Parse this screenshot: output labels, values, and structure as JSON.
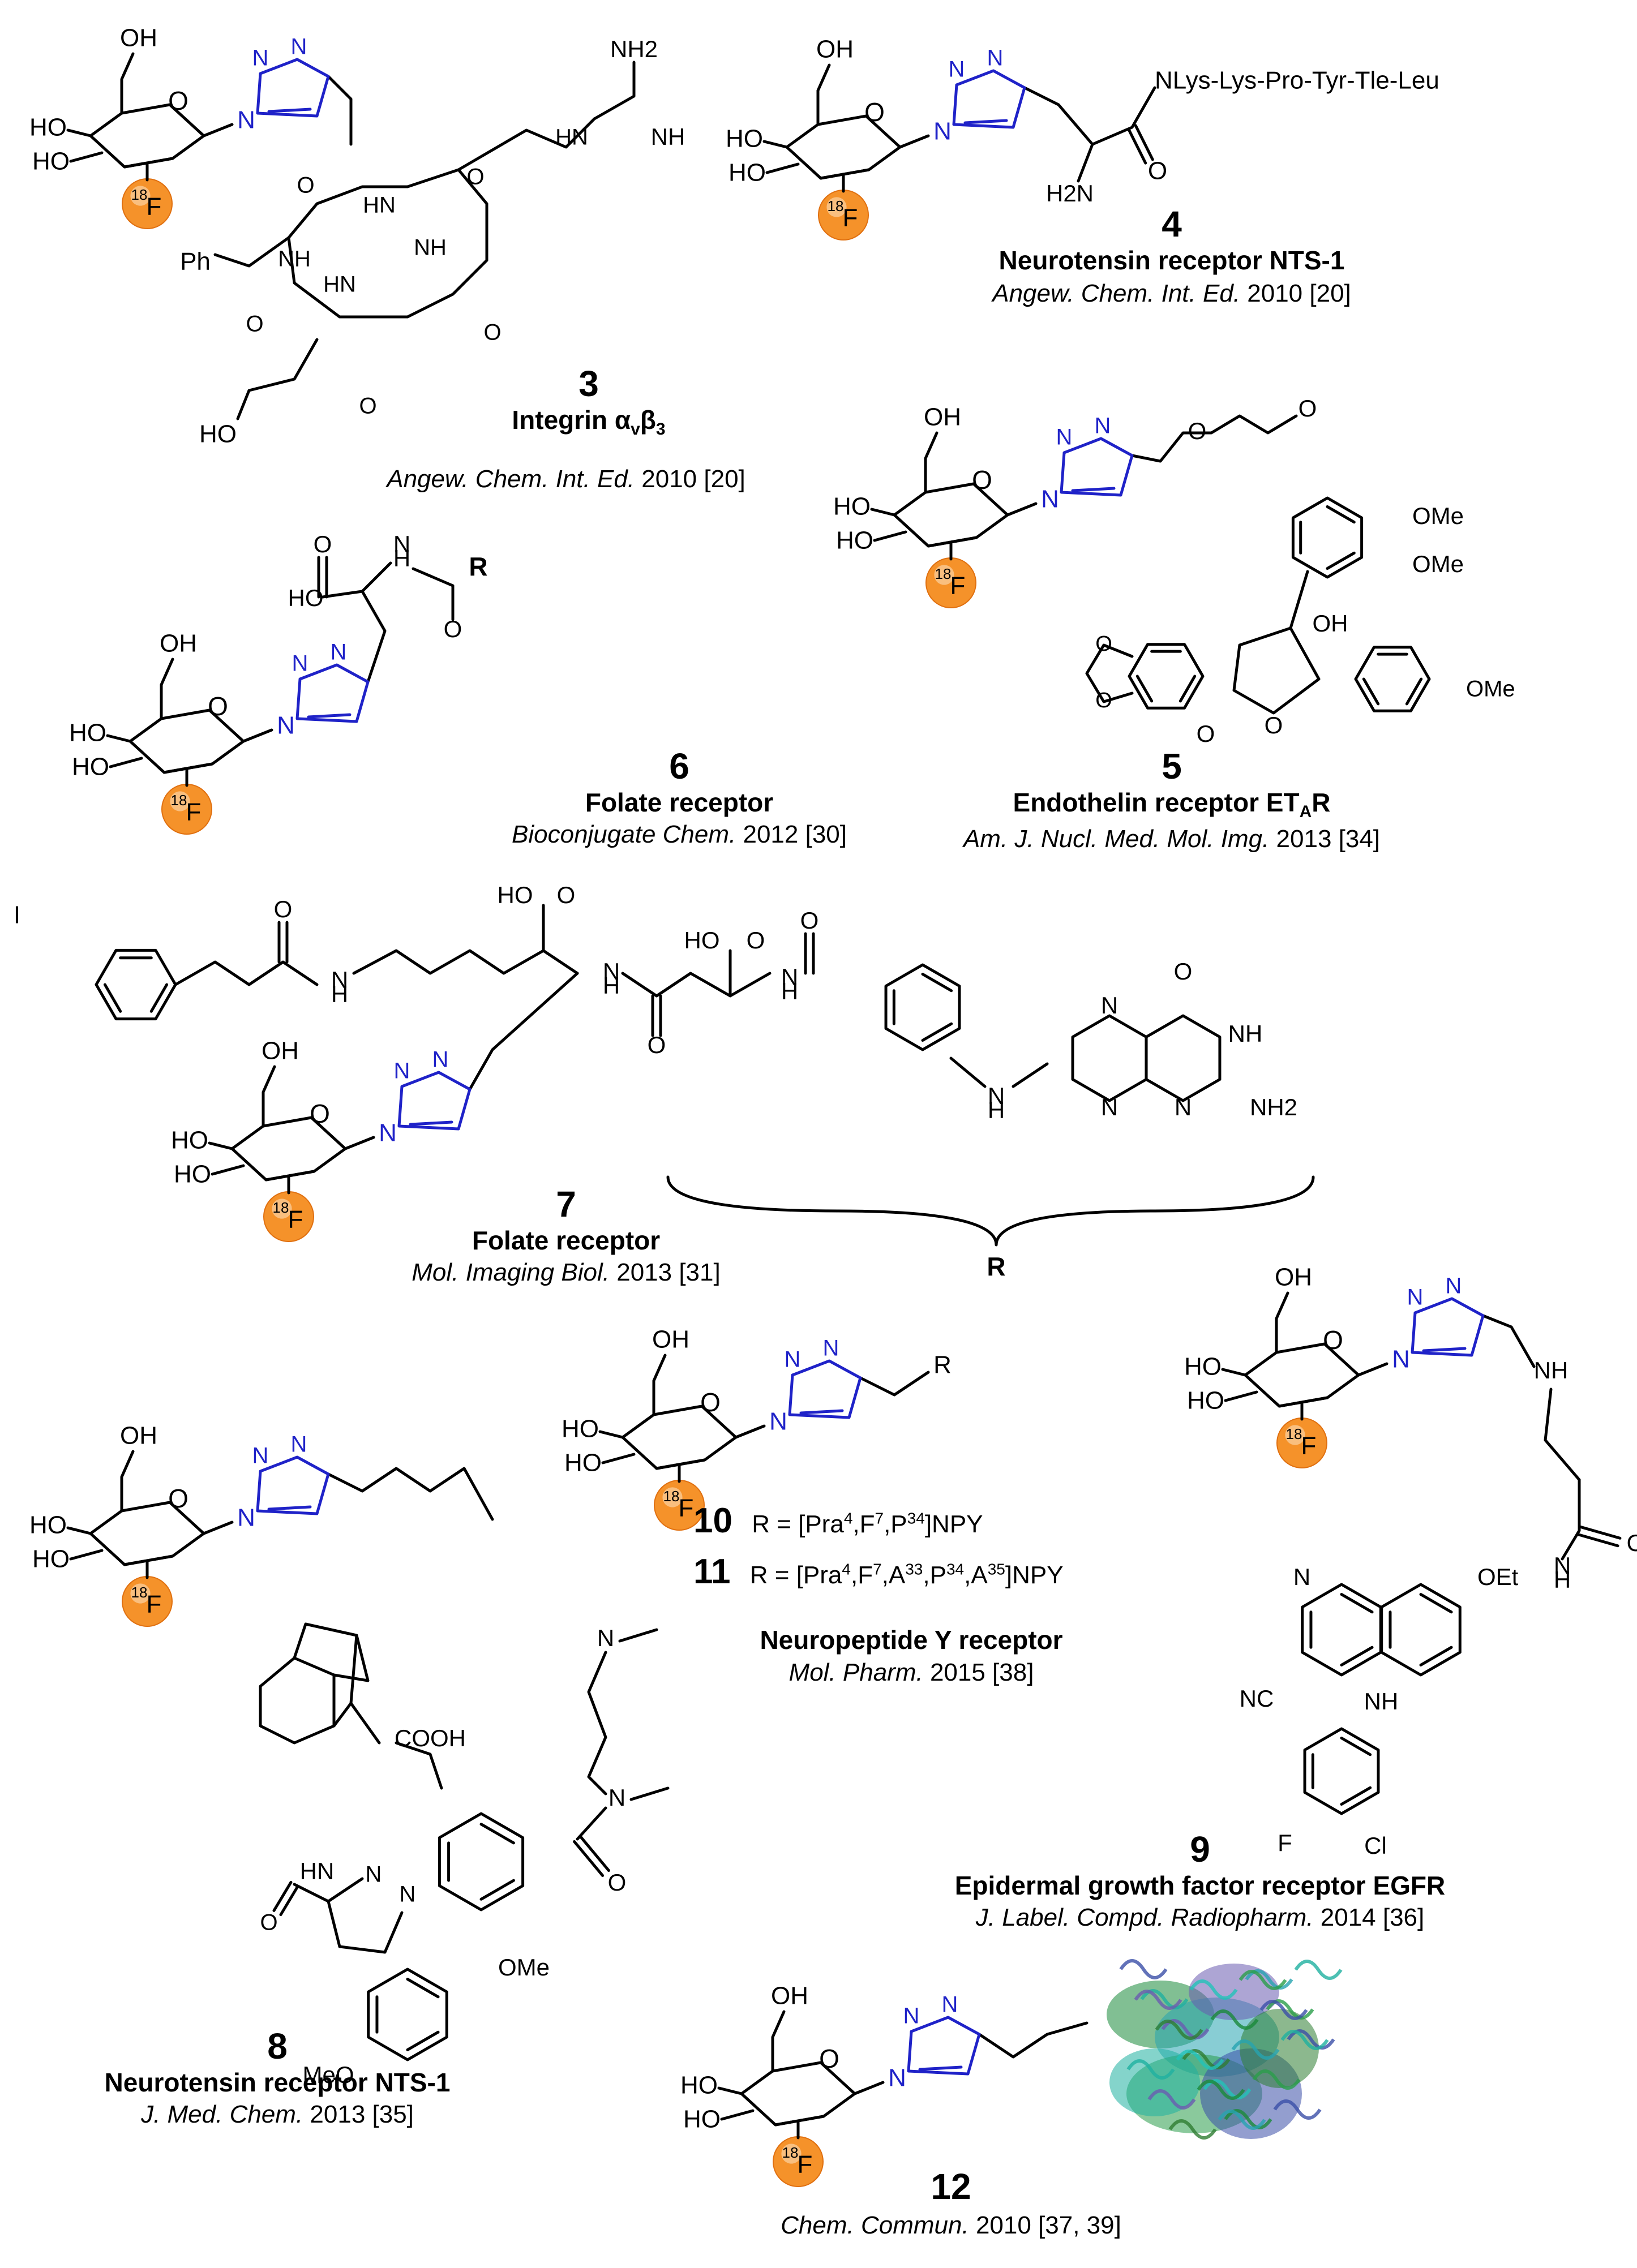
{
  "colors": {
    "triazole": "#1f22c8",
    "fluorine_badge": "#f5922a",
    "bonds": "#000000"
  },
  "compounds": [
    {
      "number": "3",
      "target": "Integrin αvβ3",
      "journal": "Angew. Chem. Int. Ed.",
      "ref": "2010 [20]"
    },
    {
      "number": "4",
      "target": "Neurotensin receptor NTS-1",
      "journal": "Angew. Chem. Int. Ed.",
      "ref": "2010 [20]"
    },
    {
      "number": "5",
      "target": "Endothelin receptor ETAR",
      "journal": "Am. J. Nucl. Med. Mol. Img.",
      "ref": "2013 [34]"
    },
    {
      "number": "6",
      "target": "Folate receptor",
      "journal": "Bioconjugate Chem.",
      "ref": "2012 [30]"
    },
    {
      "number": "7",
      "target": "Folate receptor",
      "journal": "Mol. Imaging Biol.",
      "ref": "2013 [31]"
    },
    {
      "number": "8",
      "target": "Neurotensin receptor NTS-1",
      "journal": "J. Med. Chem.",
      "ref": "2013 [35]"
    },
    {
      "number": "9",
      "target": "Epidermal growth factor receptor EGFR",
      "journal": "J. Label. Compd. Radiopharm.",
      "ref": "2014 [36]"
    },
    {
      "number": "12",
      "target": "",
      "journal": "Chem. Commun.",
      "ref": "2010 [37, 39]"
    }
  ],
  "peptide_4": "NLys-Lys-Pro-Tyr-Tle-Leu",
  "r_definitions": [
    {
      "number": "10",
      "text": "R = [Pra4,F7,P34]NPY"
    },
    {
      "number": "11",
      "text": "R = [Pra4,F7,A33,P34,A35]NPY"
    }
  ],
  "npy_target": "Neuropeptide Y receptor",
  "npy_journal": "Mol. Pharm.",
  "npy_ref": "2015 [38]",
  "r_brace_label": "R",
  "atoms": {
    "oh": "OH",
    "ho": "HO",
    "o": "O",
    "n": "N",
    "f": "F",
    "isotope": "18",
    "nh": "NH",
    "hn": "HN",
    "nh2": "NH2",
    "h2n": "H2N",
    "ome": "OMe",
    "meo": "MeO",
    "cooh": "COOH",
    "oet": "OEt",
    "cl": "Cl",
    "i": "I",
    "ph": "Ph",
    "nc": "NC",
    "r": "R",
    "h": "H"
  }
}
